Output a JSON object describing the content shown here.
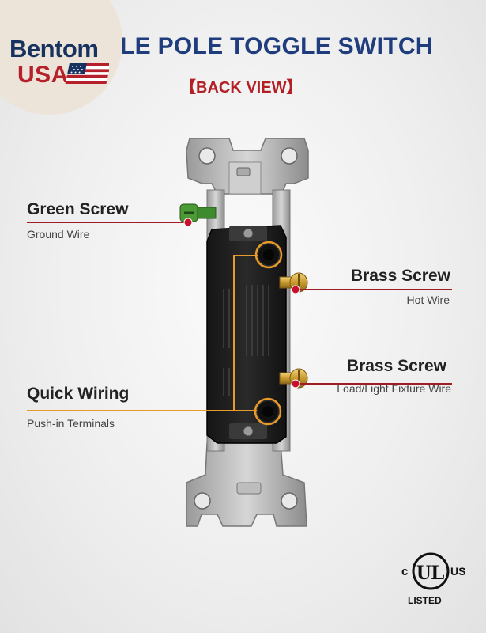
{
  "brand": {
    "name": "Bentom",
    "country": "USA"
  },
  "header": {
    "title": "LE POLE TOGGLE SWITCH",
    "subtitle": "【BACK VIEW】"
  },
  "callouts": {
    "green_screw": {
      "title": "Green Screw",
      "subtitle": "Ground Wire"
    },
    "brass_screw_top": {
      "title": "Brass Screw",
      "subtitle": "Hot Wire"
    },
    "brass_screw_bottom": {
      "title": "Brass Screw",
      "subtitle": "Load/Light Fixture Wire"
    },
    "quick_wiring": {
      "title": "Quick Wiring",
      "subtitle": "Push-in Terminals"
    }
  },
  "certification": {
    "left": "c",
    "center": "UL",
    "right": "US",
    "label": "LISTED"
  },
  "colors": {
    "brand_navy": "#17325f",
    "brand_red": "#b5202b",
    "title_blue": "#1f3c7c",
    "subtitle_red": "#b21f24",
    "callout_red": "#9e1c22",
    "callout_orange": "#e89a2a"
  }
}
